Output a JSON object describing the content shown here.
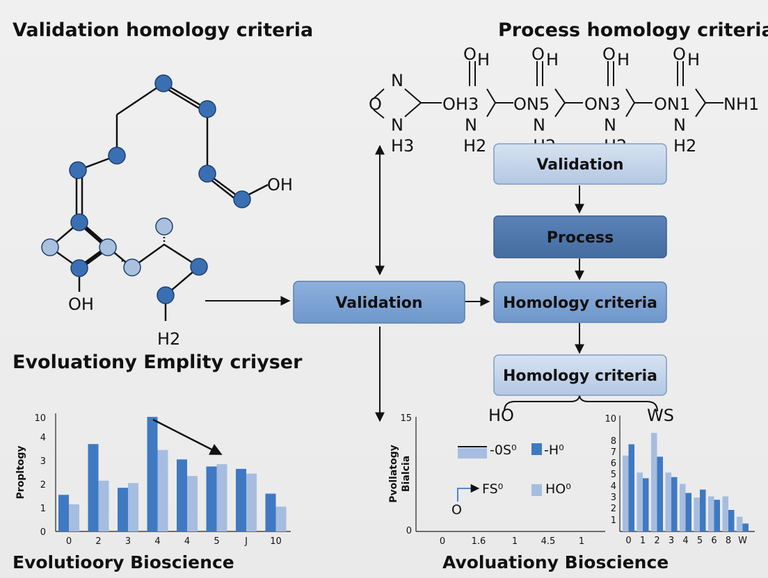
{
  "titles": {
    "left_top": "Validation homology criteria",
    "right_top": "Process homology criteria",
    "left_mid": "Evoluationy Emplity criyser",
    "left_bottom": "Evolutioory Bioscience",
    "right_bottom": "Avoluationy Bioscience"
  },
  "molecule_left": {
    "labels": [
      "OH",
      "OH",
      "H2"
    ]
  },
  "molecule_top": {
    "labels": [
      "O",
      "H",
      "O",
      "H",
      "O",
      "H",
      "O",
      "H",
      "O",
      "N",
      "N",
      "H3",
      "OH3",
      "N",
      "H2",
      "ON5",
      "N",
      "H2",
      "ON3",
      "N",
      "H2",
      "ON1",
      "N",
      "H2",
      "NH1"
    ]
  },
  "flow": {
    "validation_center": "Validation",
    "validation_top": "Validation",
    "process": "Process",
    "homology_1": "Homology criteria",
    "homology_2": "Homology criteria",
    "brace_left": "HO",
    "brace_right": "WS"
  },
  "colors": {
    "node_dark": "#3a6fb3",
    "node_light": "#a9c0df",
    "box_light": "#a9c2e0",
    "box_dark": "#4d74a8",
    "bar_dark": "#3f79c2",
    "bar_light": "#a6bde0"
  },
  "chart_data": [
    {
      "type": "bar",
      "ylabel": "Propltogy",
      "categories": [
        "0",
        "2",
        "3",
        "4",
        "4",
        "5",
        "J",
        "10"
      ],
      "yticks": [
        "0",
        "1",
        "2",
        "3",
        "4",
        "10"
      ],
      "ylim": [
        0,
        5
      ],
      "series": [
        {
          "values": [
            1.55,
            3.7,
            1.85,
            4.85,
            3.05,
            2.75,
            2.65,
            1.6
          ]
        },
        {
          "values": [
            1.15,
            2.15,
            2.05,
            3.45,
            2.35,
            2.85,
            2.45,
            1.05
          ]
        }
      ]
    },
    {
      "type": "line",
      "ylabel": "Pvollatogy",
      "ylabel2": "Bialcia",
      "xticks": [
        "0",
        "1.6",
        "1",
        "4.5",
        "1"
      ],
      "yticks": [
        "0",
        "15"
      ],
      "legend": [
        {
          "label": "-0S⁰"
        },
        {
          "label": "-H⁰"
        },
        {
          "label": "FS⁰"
        },
        {
          "label": "HO⁰"
        }
      ],
      "annotation": "O"
    },
    {
      "type": "bar",
      "categories": [
        "0",
        "1",
        "2",
        "3",
        "4",
        "5",
        "6",
        "8",
        "W"
      ],
      "yticks": [
        "1",
        "2",
        "3",
        "4",
        "5",
        "6",
        "7",
        "8",
        "10"
      ],
      "ylim": [
        0,
        10
      ],
      "series": [
        {
          "values": [
            6.7,
            5.2,
            8.7,
            5.2,
            4.2,
            3.0,
            3.1,
            3.1,
            1.3
          ]
        },
        {
          "values": [
            7.7,
            4.7,
            6.6,
            4.8,
            3.4,
            3.7,
            2.8,
            1.9,
            0.7
          ]
        }
      ]
    }
  ]
}
